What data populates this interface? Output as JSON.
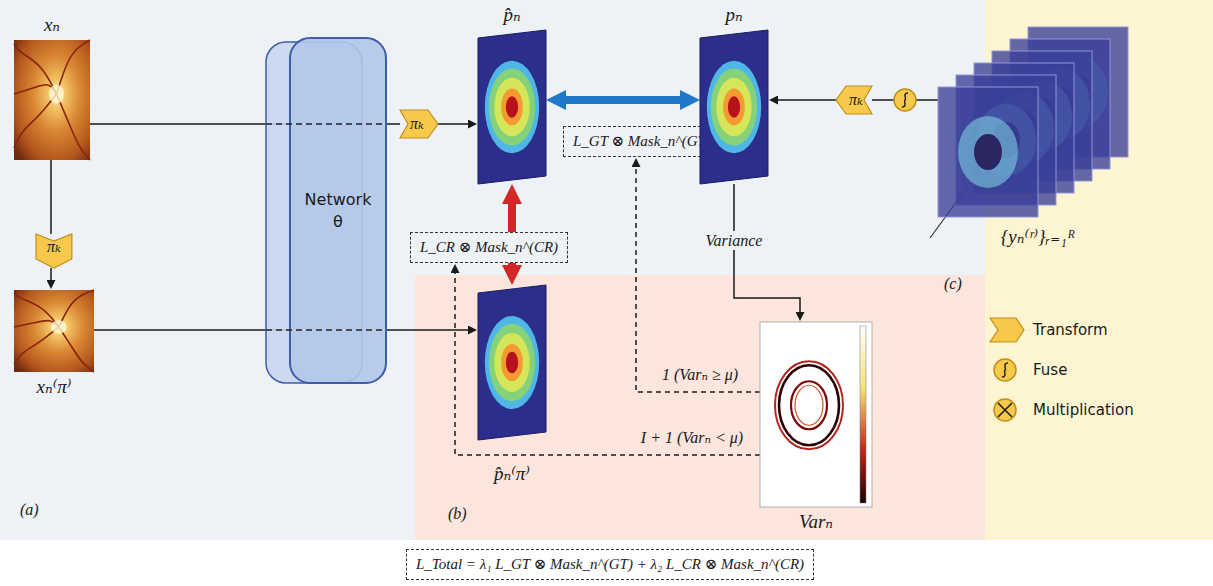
{
  "diagram": {
    "nodes": [
      {
        "text": [
          "xₙ"
        ]
      },
      {
        "text": [
          "πₖ"
        ]
      },
      {
        "text": [
          "xₙ⁽π⁾"
        ]
      },
      {
        "text": [
          "Network θ"
        ]
      },
      {
        "text": [
          "πₖ"
        ]
      },
      {
        "text": [
          "p̂ₙ"
        ]
      },
      {
        "text": [
          "L_GT ⊗ Mask_n^(GT)"
        ]
      },
      {
        "text": [
          "pₙ"
        ]
      },
      {
        "text": [
          "πₖ"
        ]
      },
      {
        "text": [
          "{yₙ⁽ʳ⁾}ᵣ₌₁ᴿ"
        ]
      },
      {
        "text": [
          "L_CR ⊗ Mask_n^(CR)"
        ]
      },
      {
        "text": [
          "p̂ₙ⁽π⁾"
        ]
      },
      {
        "text": [
          "Varₙ"
        ]
      },
      {
        "text": [
          "L_Total = λ₁ L_GT ⊗ Mask_n^(GT) + λ₂ L_CR ⊗ Mask_n^(CR)"
        ]
      }
    ],
    "edges": [
      {
        "from": 0,
        "to": 3,
        "arrow": "none"
      },
      {
        "from": 3,
        "to": 4,
        "arrow": "none"
      },
      {
        "from": 4,
        "to": 5,
        "arrow": "to"
      },
      {
        "from": 0,
        "to": 1,
        "arrow": "none"
      },
      {
        "from": 1,
        "to": 2,
        "arrow": "to"
      },
      {
        "from": 2,
        "to": 3,
        "arrow": "none"
      },
      {
        "from": 3,
        "to": 11,
        "arrow": "to"
      },
      {
        "from": 5,
        "to": 7,
        "arrow": "both"
      },
      {
        "from": 5,
        "to": 11,
        "arrow": "both"
      },
      {
        "from": 7,
        "to": 12,
        "label": "Variance",
        "arrow": "to"
      },
      {
        "from": 12,
        "to": 6,
        "label": "1 (Varₙ ≥ μ)",
        "arrow": "to"
      },
      {
        "from": 12,
        "to": 10,
        "label": "I + 1 (Varₙ < μ)",
        "arrow": "to"
      },
      {
        "from": 9,
        "to": 8,
        "arrow": "none"
      },
      {
        "from": 8,
        "to": 7,
        "arrow": "to"
      }
    ],
    "labels": [
      "(a)",
      "(b)",
      "(c)"
    ],
    "legend": [
      {
        "text": "Transform"
      },
      {
        "text": "Fuse"
      },
      {
        "text": "Multiplication"
      }
    ]
  }
}
